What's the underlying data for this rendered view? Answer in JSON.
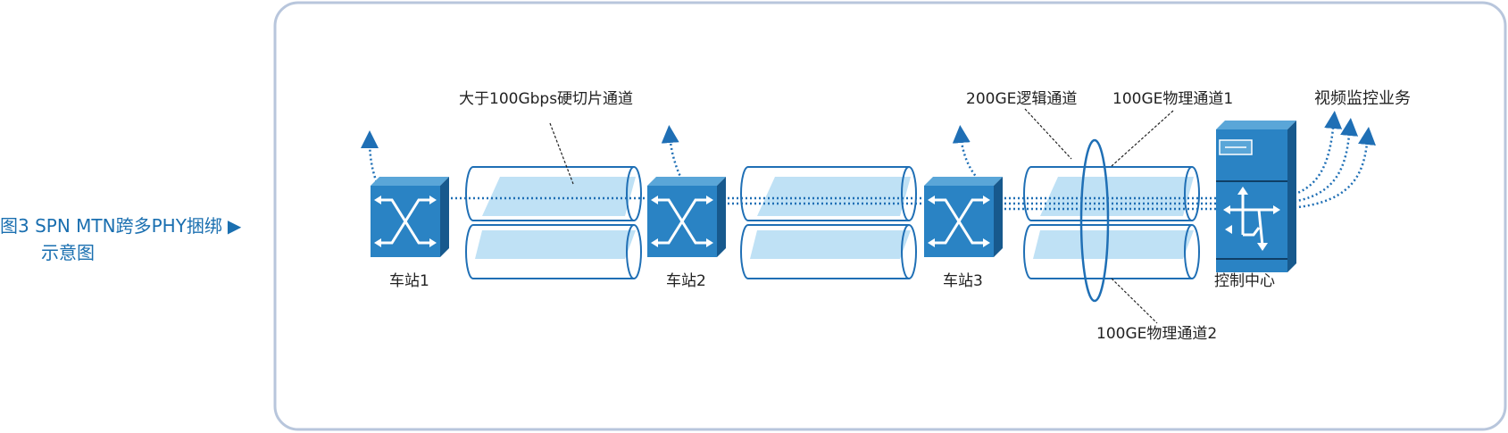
{
  "caption": {
    "line1": "图3  SPN MTN跨多PHY捆绑",
    "line2": "示意图",
    "arrow": "▶"
  },
  "labels": {
    "slice_channel": "大于100Gbps硬切片通道",
    "logic_channel": "200GE逻辑通道",
    "phy_channel_1": "100GE物理通道1",
    "phy_channel_2": "100GE物理通道2",
    "video_service": "视频监控业务"
  },
  "nodes": {
    "station1": "车站1",
    "station2": "车站2",
    "station3": "车站3",
    "control_center": "控制中心"
  },
  "colors": {
    "frame": "#b8c6dc",
    "switch_front": "#2a83c4",
    "switch_top": "#5aa6d8",
    "switch_side": "#17598d",
    "pipe_outline": "#1f6fb5",
    "pipe_fill": "#bfe1f5",
    "path": "#1f6fb5",
    "caption": "#1a6fb0"
  }
}
